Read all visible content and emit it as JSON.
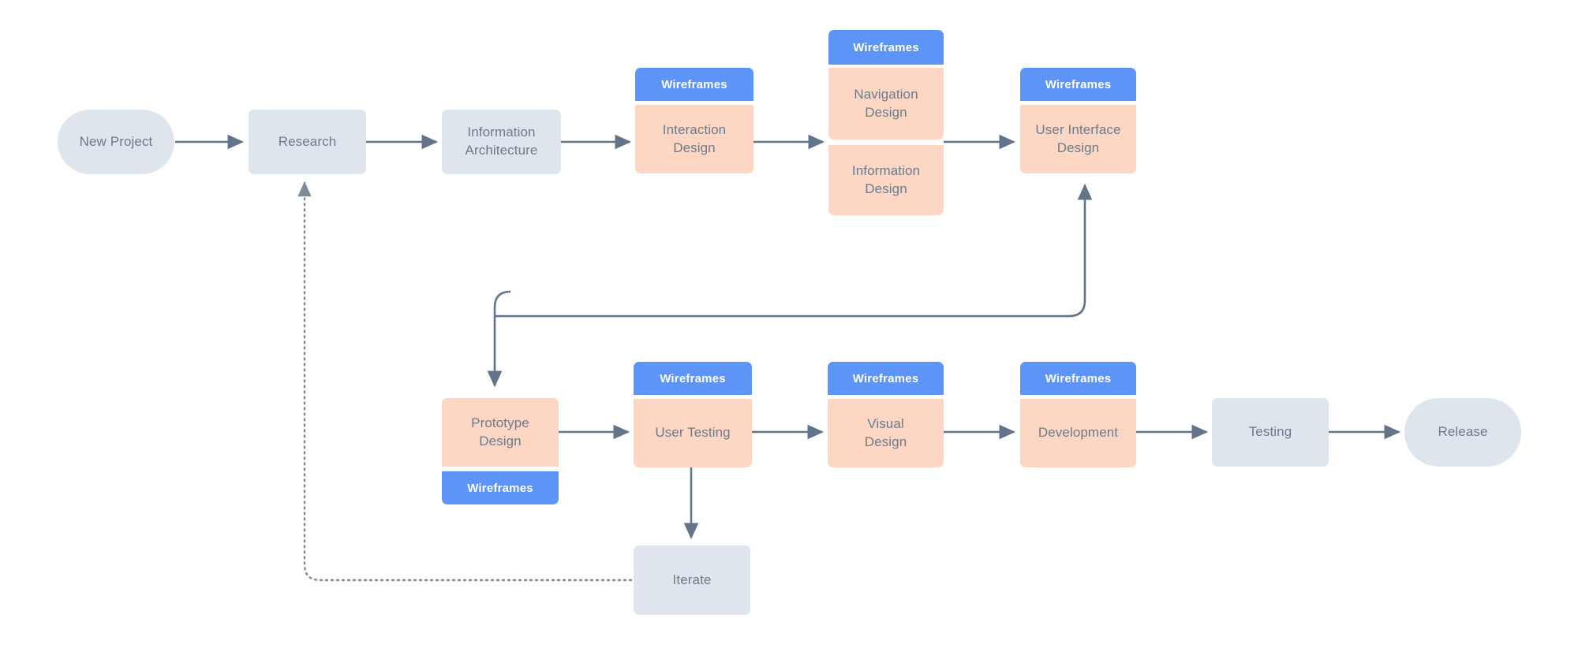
{
  "diagram": {
    "title": "UX Design Process Flowchart",
    "colors": {
      "background": "#ffffff",
      "gray_node": "#dfe5ec",
      "orange_node": "#fdd7c3",
      "blue_tag": "#5d94f8",
      "text": "#6b7b8c",
      "tag_text": "#ffffff",
      "edge": "#62748a"
    },
    "tag_label": "Wireframes",
    "nodes": [
      {
        "id": "new-project",
        "label": "New Project",
        "shape": "terminal",
        "color": "gray",
        "tag": "none"
      },
      {
        "id": "research",
        "label": "Research",
        "shape": "rect",
        "color": "gray",
        "tag": "none"
      },
      {
        "id": "information-architecture",
        "label": "Information\nArchitecture",
        "shape": "rect",
        "color": "gray",
        "tag": "none"
      },
      {
        "id": "interaction-design",
        "label": "Interaction\nDesign",
        "shape": "rect",
        "color": "orange",
        "tag": "above"
      },
      {
        "id": "navigation-design",
        "label": "Navigation\nDesign",
        "shape": "rect",
        "color": "orange",
        "tag": "above"
      },
      {
        "id": "information-design",
        "label": "Information\nDesign",
        "shape": "rect",
        "color": "orange",
        "tag": "none"
      },
      {
        "id": "user-interface-design",
        "label": "User Interface\nDesign",
        "shape": "rect",
        "color": "orange",
        "tag": "above"
      },
      {
        "id": "prototype-design",
        "label": "Prototype\nDesign",
        "shape": "rect",
        "color": "orange",
        "tag": "below"
      },
      {
        "id": "user-testing",
        "label": "User Testing",
        "shape": "rect",
        "color": "orange",
        "tag": "above"
      },
      {
        "id": "visual-design",
        "label": "Visual\nDesign",
        "shape": "rect",
        "color": "orange",
        "tag": "above"
      },
      {
        "id": "development",
        "label": "Development",
        "shape": "rect",
        "color": "orange",
        "tag": "above"
      },
      {
        "id": "testing",
        "label": "Testing",
        "shape": "rect",
        "color": "gray",
        "tag": "none"
      },
      {
        "id": "release",
        "label": "Release",
        "shape": "terminal",
        "color": "gray",
        "tag": "none"
      },
      {
        "id": "iterate",
        "label": "Iterate",
        "shape": "rect",
        "color": "gray",
        "tag": "none"
      }
    ],
    "labels": {
      "new_project": "New Project",
      "research": "Research",
      "information_architecture_line1": "Information",
      "information_architecture_line2": "Architecture",
      "interaction_design_line1": "Interaction",
      "interaction_design_line2": "Design",
      "navigation_design_line1": "Navigation",
      "navigation_design_line2": "Design",
      "information_design_line1": "Information",
      "information_design_line2": "Design",
      "user_interface_design_line1": "User Interface",
      "user_interface_design_line2": "Design",
      "prototype_design_line1": "Prototype",
      "prototype_design_line2": "Design",
      "user_testing": "User Testing",
      "visual_design_line1": "Visual",
      "visual_design_line2": "Design",
      "development": "Development",
      "testing": "Testing",
      "release": "Release",
      "iterate": "Iterate",
      "wireframes": "Wireframes"
    },
    "edges": [
      {
        "id": "new-project-to-research",
        "from": "new-project",
        "to": "research",
        "style": "solid",
        "arrow": true
      },
      {
        "id": "research-to-information-architecture",
        "from": "research",
        "to": "information-architecture",
        "style": "solid",
        "arrow": true
      },
      {
        "id": "information-architecture-to-interaction",
        "from": "information-architecture",
        "to": "interaction-design",
        "style": "solid",
        "arrow": true
      },
      {
        "id": "interaction-to-navigation-group",
        "from": "interaction-design",
        "to": "navigation-design",
        "style": "solid",
        "arrow": true
      },
      {
        "id": "navigation-group-to-user-interface",
        "from": "navigation-design",
        "to": "user-interface-design",
        "style": "solid",
        "arrow": true
      },
      {
        "id": "user-interface-to-prototype",
        "from": "user-interface-design",
        "to": "prototype-design",
        "style": "solid",
        "arrow": true
      },
      {
        "id": "prototype-to-user-testing",
        "from": "prototype-design",
        "to": "user-testing",
        "style": "solid",
        "arrow": true
      },
      {
        "id": "user-testing-to-visual-design",
        "from": "user-testing",
        "to": "visual-design",
        "style": "solid",
        "arrow": true
      },
      {
        "id": "visual-design-to-development",
        "from": "visual-design",
        "to": "development",
        "style": "solid",
        "arrow": true
      },
      {
        "id": "development-to-testing",
        "from": "development",
        "to": "testing",
        "style": "solid",
        "arrow": true
      },
      {
        "id": "testing-to-release",
        "from": "testing",
        "to": "release",
        "style": "solid",
        "arrow": true
      },
      {
        "id": "user-testing-to-iterate",
        "from": "user-testing",
        "to": "iterate",
        "style": "solid",
        "arrow": true
      },
      {
        "id": "development-to-user-interface-feedback",
        "from": "development",
        "to": "user-interface-design",
        "style": "solid",
        "arrow": true
      },
      {
        "id": "iterate-to-research-feedback",
        "from": "iterate",
        "to": "research",
        "style": "dotted",
        "arrow": true
      }
    ]
  }
}
